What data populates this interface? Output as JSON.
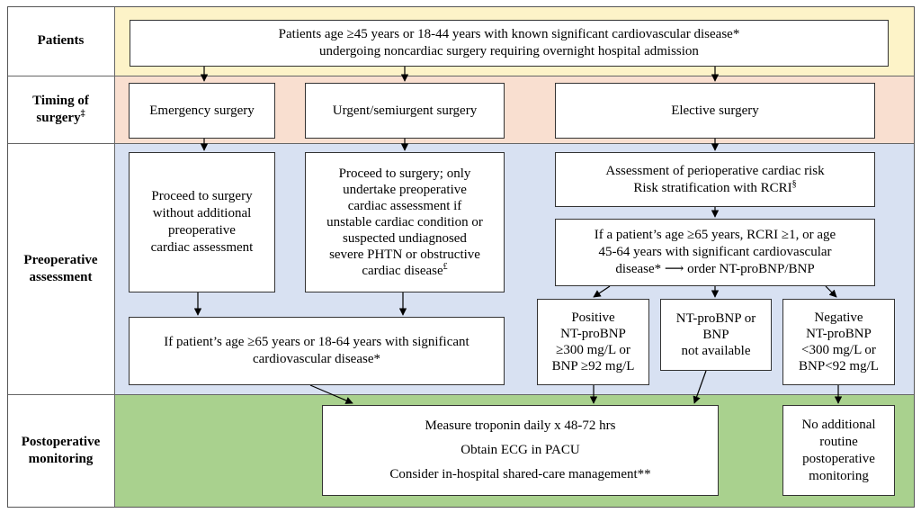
{
  "rows": {
    "patients": "Patients",
    "timing": "Timing of surgery",
    "timing_mark": "‡",
    "preop": "Preoperative assessment",
    "postop": "Postoperative monitoring"
  },
  "boxes": {
    "patients_criteria": "Patients age ≥45 years or 18-44 years with known significant cardiovascular disease*\nundergoing noncardiac surgery requiring overnight hospital admission",
    "emergency": "Emergency surgery",
    "urgent": "Urgent/semiurgent surgery",
    "elective": "Elective surgery",
    "proceed_no_assessment": "Proceed to surgery\nwithout additional\npreoperative\ncardiac assessment",
    "proceed_conditional": "Proceed to surgery; only\nundertake preoperative\ncardiac assessment if\nunstable cardiac condition or\nsuspected undiagnosed\nsevere PHTN or obstructive\ncardiac disease",
    "proceed_conditional_mark": "£",
    "risk_assessment": "Assessment of perioperative cardiac risk\nRisk stratification with RCRI",
    "risk_assessment_mark": "§",
    "order_bnp": "If a patient’s age ≥65 years, RCRI ≥1, or age\n45-64 years with significant cardiovascular\ndisease* ⟶ order NT-proBNP/BNP",
    "positive_bnp": "Positive\nNT-proBNP\n≥300 mg/L or\nBNP ≥92 mg/L",
    "bnp_unavailable": "NT-proBNP or\nBNP\nnot available",
    "negative_bnp": "Negative\nNT-proBNP\n<300 mg/L or\nBNP<92 mg/L",
    "age_condition": "If patient’s age ≥65 years or 18-64 years with significant\ncardiovascular disease*",
    "monitoring": "Measure troponin daily x 48-72 hrs\nObtain ECG in PACU\nConsider in-hospital shared-care management**",
    "no_monitoring": "No additional\nroutine\npostoperative\nmonitoring"
  },
  "colors": {
    "patients_band": "#FDF3C8",
    "timing_band": "#F9DFD0",
    "preop_band": "#D8E1F2",
    "postop_band": "#A9D18E",
    "arrow": "#000000"
  }
}
